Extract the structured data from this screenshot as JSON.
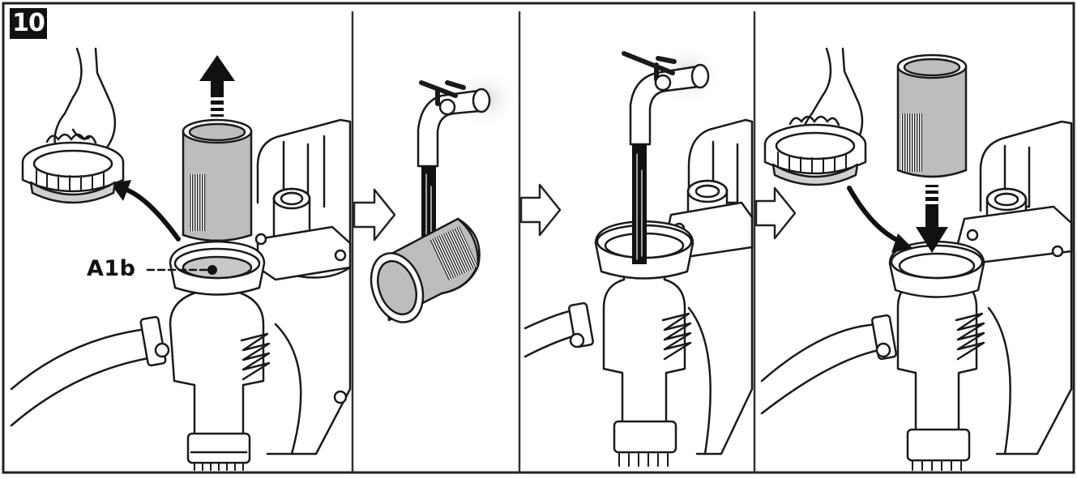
{
  "figure": {
    "step_number": "10",
    "callout_label": "A1b"
  },
  "panels": [
    {
      "action": "remove-cap-and-filter"
    },
    {
      "action": "rinse-filter-under-tap"
    },
    {
      "action": "rinse-filter-housing"
    },
    {
      "action": "reinsert-filter-and-cap"
    }
  ],
  "colors": {
    "line": "#1a1a1a",
    "filter_fill": "#bdbdbd",
    "background": "#ffffff"
  }
}
